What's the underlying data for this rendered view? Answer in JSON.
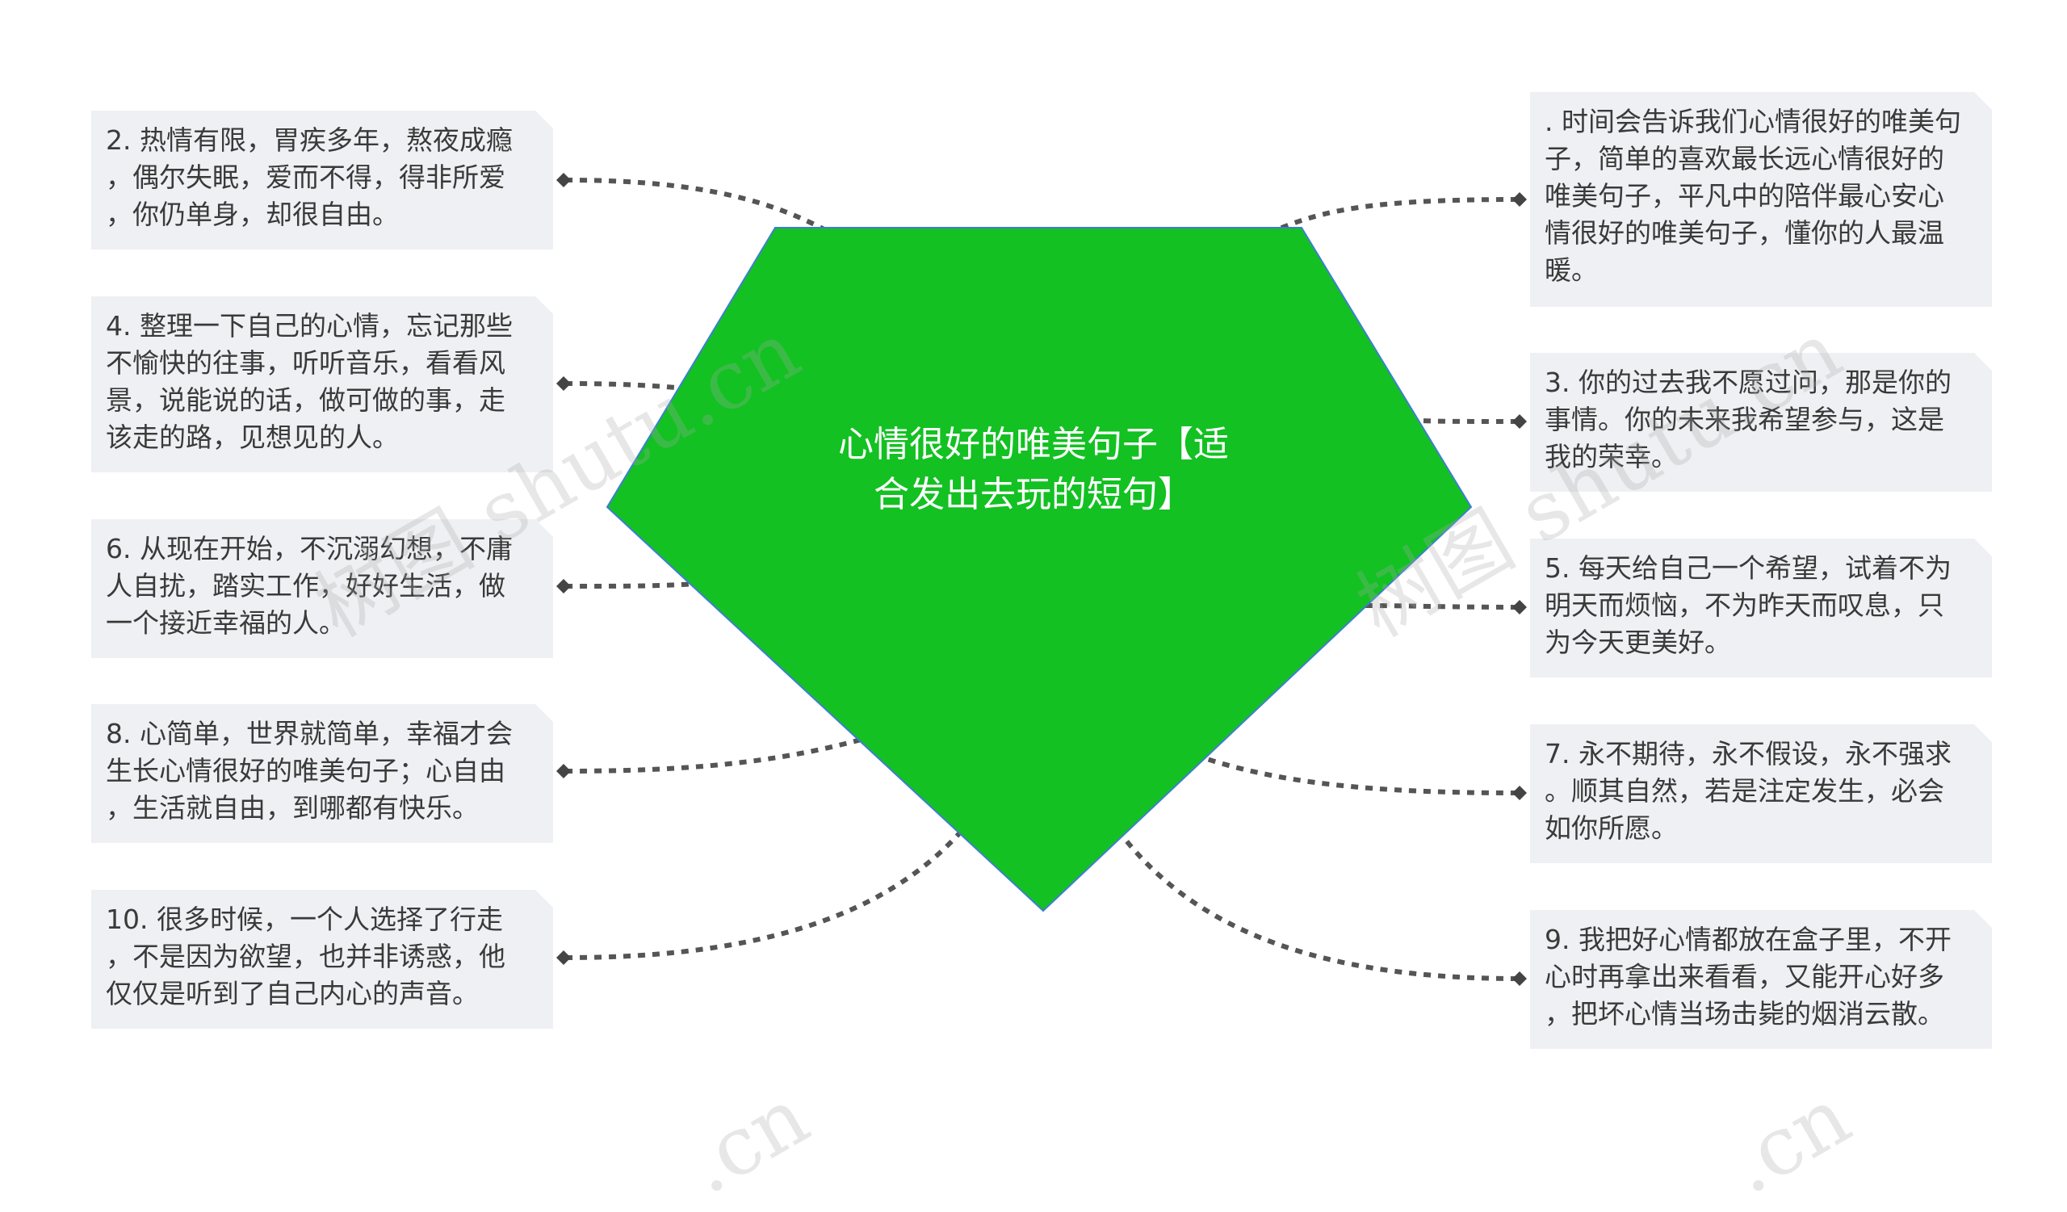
{
  "colors": {
    "center_fill": "#13c122",
    "center_stroke": "#3d7fd0",
    "node_bg": "#eef0f3",
    "connector": "#555555"
  },
  "center": {
    "title": "心情很好的唯美句子【适\n合发出去玩的短句】"
  },
  "left_nodes": [
    {
      "text": "2. 热情有限，胃疾多年，熬夜成瘾\n，偶尔失眠，爱而不得，得非所爱\n，你仍单身，却很自由。"
    },
    {
      "text": "4. 整理一下自己的心情，忘记那些\n不愉快的往事，听听音乐，看看风\n景，说能说的话，做可做的事，走\n该走的路，见想见的人。"
    },
    {
      "text": "6. 从现在开始，不沉溺幻想，不庸\n人自扰，踏实工作，好好生活，做\n一个接近幸福的人。"
    },
    {
      "text": "8. 心简单，世界就简单，幸福才会\n生长心情很好的唯美句子；心自由\n，生活就自由，到哪都有快乐。"
    },
    {
      "text": "10. 很多时候，一个人选择了行走\n，不是因为欲望，也并非诱惑，他\n仅仅是听到了自己内心的声音。"
    }
  ],
  "right_nodes": [
    {
      "text": ". 时间会告诉我们心情很好的唯美句\n子，简单的喜欢最长远心情很好的\n唯美句子，平凡中的陪伴最心安心\n情很好的唯美句子，懂你的人最温\n暖。"
    },
    {
      "text": "3. 你的过去我不愿过问，那是你的\n事情。你的未来我希望参与，这是\n我的荣幸。"
    },
    {
      "text": "5. 每天给自己一个希望，试着不为\n明天而烦恼，不为昨天而叹息，只\n为今天更美好。"
    },
    {
      "text": "7. 永不期待，永不假设，永不强求\n。顺其自然，若是注定发生，必会\n如你所愿。"
    },
    {
      "text": "9. 我把好心情都放在盒子里，不开\n心时再拿出来看看，又能开心好多\n，把坏心情当场击毙的烟消云散。"
    }
  ],
  "watermark": {
    "text": "树图 shutu.cn",
    "fragment": ".cn"
  }
}
